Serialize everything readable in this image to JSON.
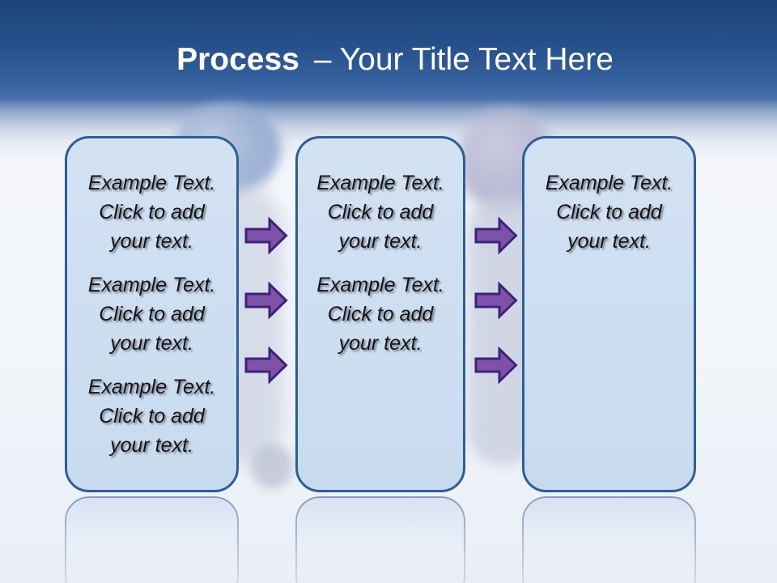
{
  "slide": {
    "title": {
      "bold": "Process",
      "rest": "– Your Title Text Here"
    },
    "panels": [
      {
        "blocks": [
          [
            "Example Text.",
            "Click  to add",
            "your text."
          ],
          [
            "Example Text.",
            "Click  to add",
            "your text."
          ],
          [
            "Example Text.",
            "Click  to add",
            "your text."
          ]
        ]
      },
      {
        "blocks": [
          [
            "Example Text.",
            "Click  to add",
            "your text."
          ],
          [
            "Example Text.",
            "Click  to add",
            "your text."
          ]
        ]
      },
      {
        "blocks": [
          [
            "Example Text.",
            "Click  to add",
            "your text."
          ]
        ]
      }
    ],
    "icons": {
      "arrow": "arrow-right-icon"
    },
    "colors": {
      "header_gradient_top": "#1c4379",
      "header_gradient_bottom": "#3f6ca9",
      "title_text": "#ffffff",
      "panel_fill": "#cddef1",
      "panel_border": "#2d5f97",
      "body_text": "#141414",
      "arrow_fill": "#7e52a8",
      "arrow_outline": "#3e2179"
    }
  }
}
